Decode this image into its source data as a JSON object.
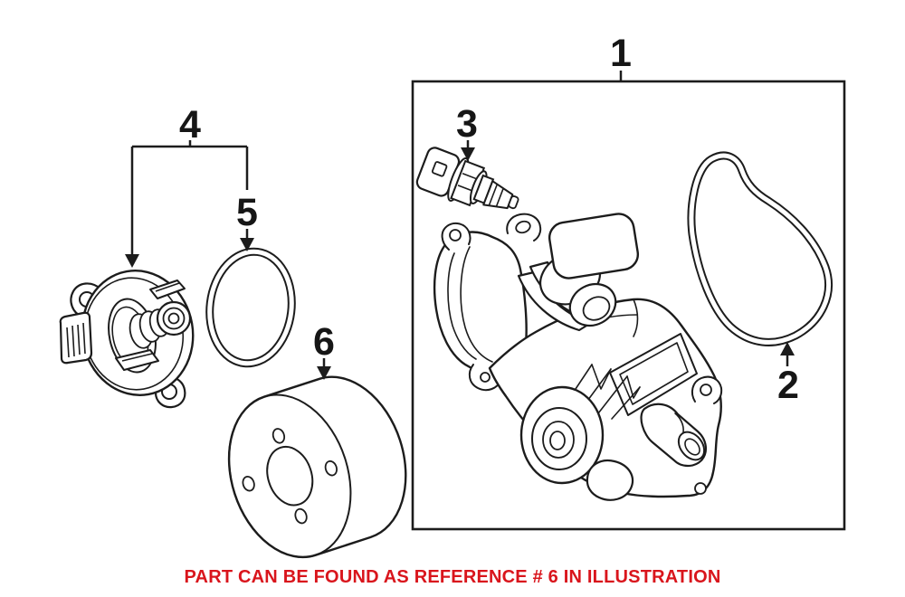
{
  "illustration": {
    "background": "#ffffff",
    "line_color": "#1c1c1c",
    "callouts": [
      {
        "number": "1",
        "part": "water-pump-assembly-box"
      },
      {
        "number": "2",
        "part": "water-pump-gasket"
      },
      {
        "number": "3",
        "part": "coolant-temperature-sensor"
      },
      {
        "number": "4",
        "part": "thermostat-assembly"
      },
      {
        "number": "5",
        "part": "thermostat-o-ring"
      },
      {
        "number": "6",
        "part": "water-pump-pulley"
      }
    ]
  },
  "caption": {
    "text": "PART CAN BE FOUND AS REFERENCE # 6 IN ILLUSTRATION",
    "color": "#d9151c"
  }
}
